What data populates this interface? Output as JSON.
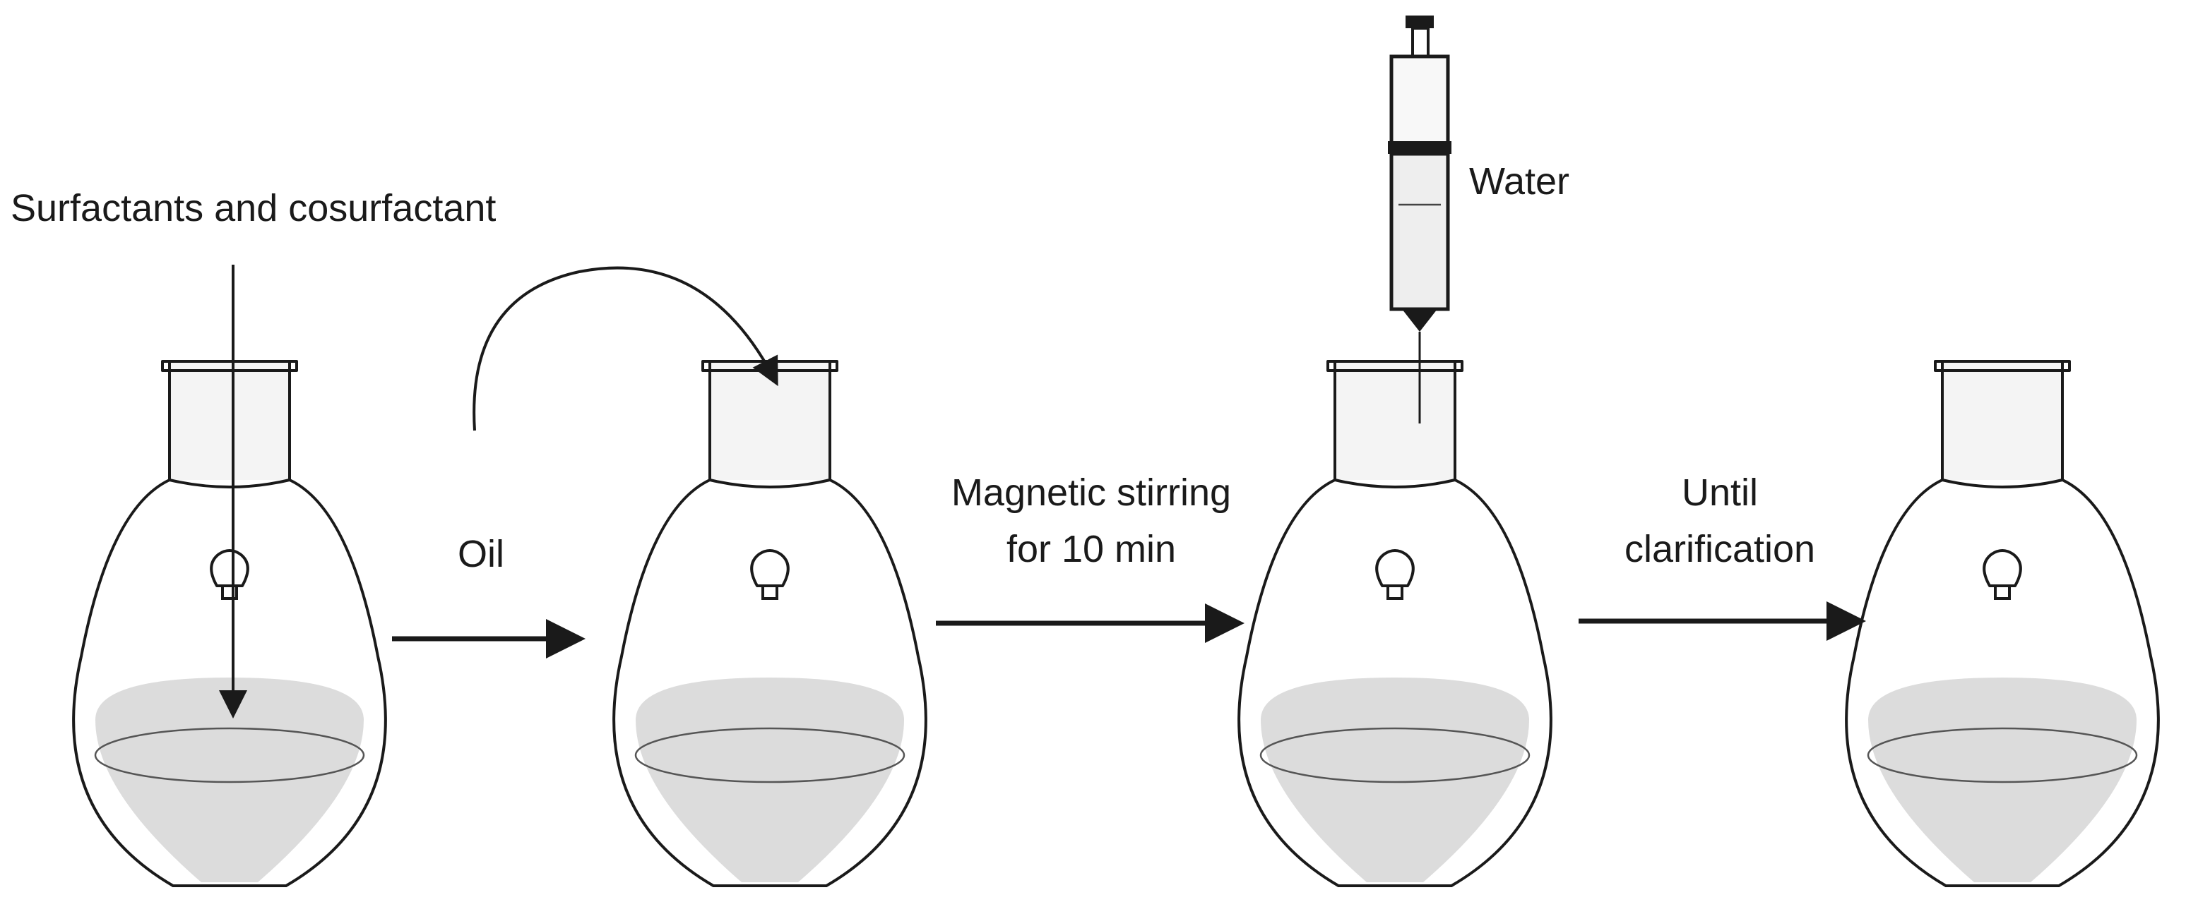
{
  "steps": {
    "step1_label": "Surfactants and cosurfactant",
    "step2_label": "Oil",
    "step3_label_line1": "Magnetic stirring",
    "step3_label_line2": "for 10 min",
    "step4_label": "Water",
    "step5_label_line1": "Until",
    "step5_label_line2": "clarification"
  },
  "icons": [
    "flask-icon",
    "stir-bar-icon",
    "syringe-icon",
    "arrow-right-icon",
    "arrow-down-icon",
    "curved-arrow-icon"
  ],
  "colors": {
    "ink": "#1a1a1a",
    "liquid": "#dcdcdc",
    "background": "#ffffff"
  }
}
